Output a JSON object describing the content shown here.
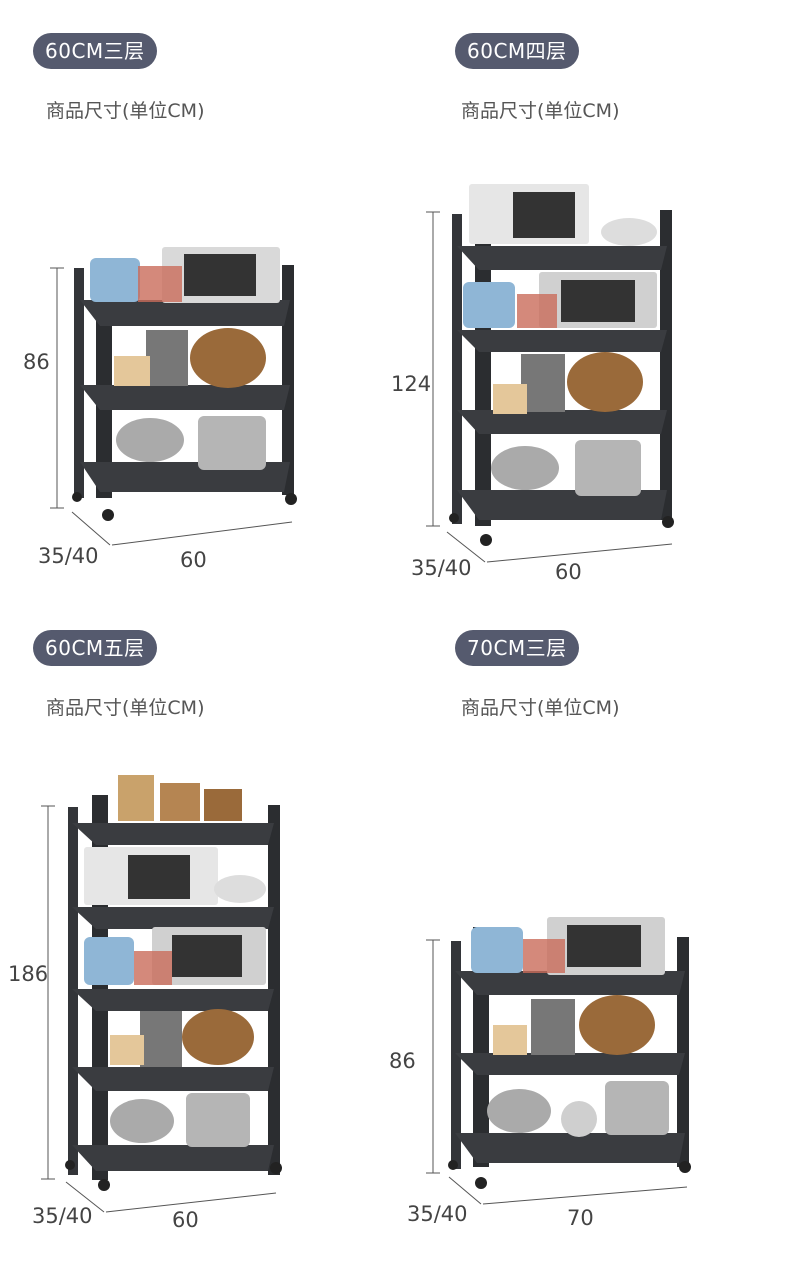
{
  "colors": {
    "badge_bg": "#555a6e",
    "frame": "#2b2d30",
    "shelf": "#3a3c40"
  },
  "panels": [
    {
      "badge": "60CM三层",
      "subtitle": "商品尺寸(单位CM)",
      "height": "86",
      "depth": "35/40",
      "width": "60",
      "tiers": 3
    },
    {
      "badge": "60CM四层",
      "subtitle": "商品尺寸(单位CM)",
      "height": "124",
      "depth": "35/40",
      "width": "60",
      "tiers": 4
    },
    {
      "badge": "60CM五层",
      "subtitle": "商品尺寸(单位CM)",
      "height": "186",
      "depth": "35/40",
      "width": "60",
      "tiers": 5
    },
    {
      "badge": "70CM三层",
      "subtitle": "商品尺寸(单位CM)",
      "height": "86",
      "depth": "35/40",
      "width": "70",
      "tiers": 3
    }
  ]
}
